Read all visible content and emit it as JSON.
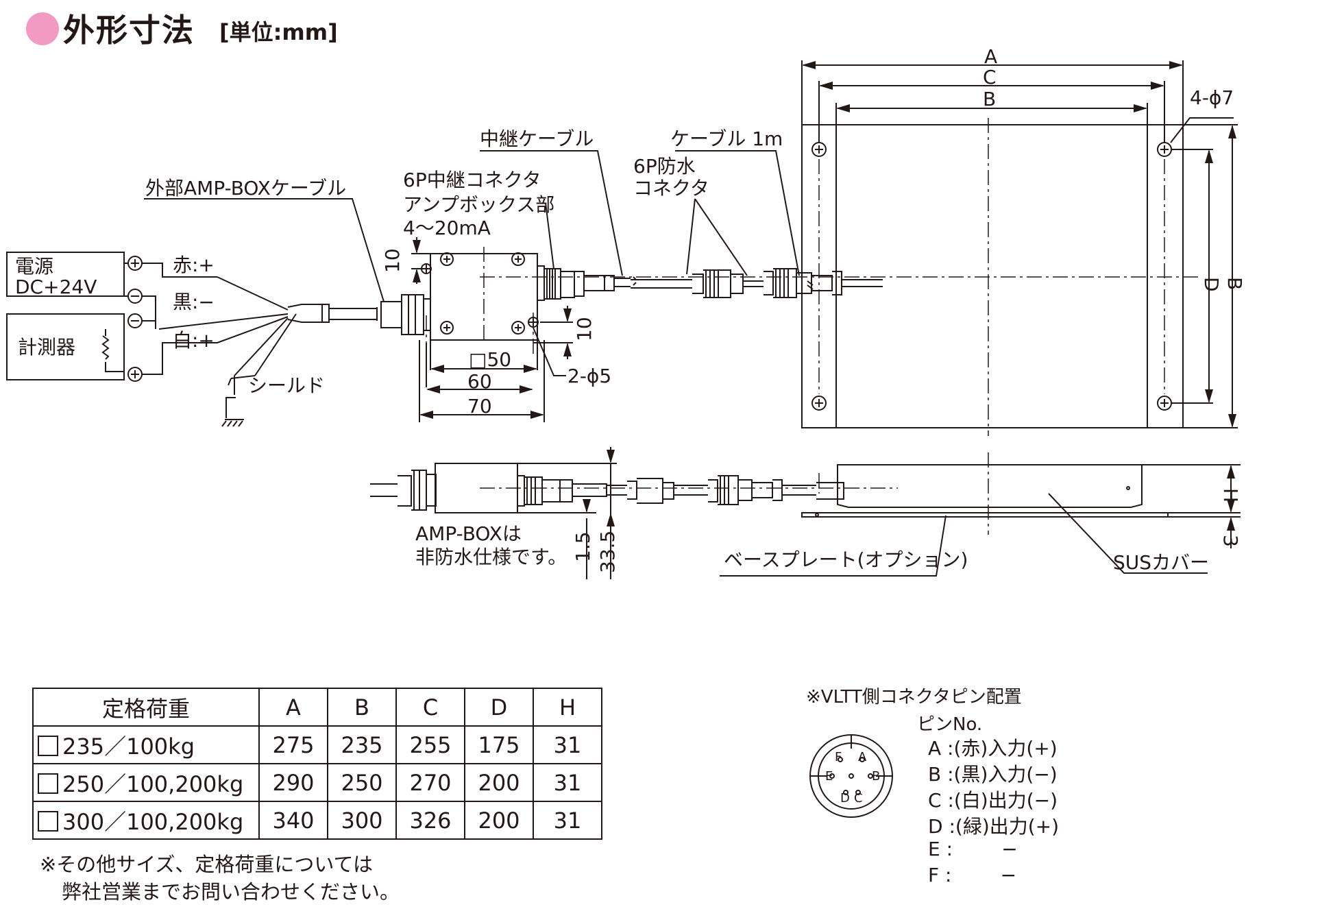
{
  "title": "外形寸法",
  "unit": "[単位:mm]",
  "wiring": {
    "power_label": [
      "電源",
      "DC+24V"
    ],
    "meter_label": "計測器",
    "wire_red": "赤:+",
    "wire_black": "黒:−",
    "wire_white": "白:+",
    "shield": "シールド",
    "plus_symbol": "⊕",
    "minus_symbol": "⊖"
  },
  "callouts": {
    "ext_cable": "外部AMP-BOXケーブル",
    "relay_connector": "6P中継コネクタ",
    "amp_box": "アンプボックス部",
    "signal": "4〜20mA",
    "relay_cable": "中継ケーブル",
    "cable_1m": "ケーブル 1m",
    "waterproof_1": "6P防水",
    "waterproof_2": "コネクタ",
    "holes_4": "4-ϕ7",
    "holes_2": "2-ϕ5",
    "amp_note_1": "AMP-BOXは",
    "amp_note_2": "非防水仕様です。",
    "base_plate": "ベースプレート(オプション)",
    "sus_cover": "SUSカバー"
  },
  "dimensions": {
    "A": "A",
    "B": "B",
    "C": "C",
    "D": "D",
    "H": "H",
    "d10a": "10",
    "d10b": "10",
    "d50": "□50",
    "d60": "60",
    "d70": "70",
    "d1_5": "1.5",
    "d33_5": "33.5",
    "d3": "3"
  },
  "table": {
    "headers": [
      "定格荷重",
      "A",
      "B",
      "C",
      "D",
      "H"
    ],
    "rows": [
      {
        "name": "235／100kg",
        "A": "275",
        "B": "235",
        "C": "255",
        "D": "175",
        "H": "31"
      },
      {
        "name": "250／100,200kg",
        "A": "290",
        "B": "250",
        "C": "270",
        "D": "200",
        "H": "31"
      },
      {
        "name": "300／100,200kg",
        "A": "340",
        "B": "300",
        "C": "326",
        "D": "200",
        "H": "31"
      }
    ]
  },
  "table_note": [
    "※その他サイズ、定格荷重については",
    "弊社営業までお問い合わせください。"
  ],
  "pin_layout": {
    "heading": "※VLTT側コネクタピン配置",
    "pin_no": "ピンNo.",
    "circle_letters": {
      "A": "A",
      "B": "B",
      "C": "C",
      "D": "D",
      "E": "E",
      "F": "F"
    },
    "rows": [
      "A :(赤)入力(+)",
      "B :(黒)入力(−)",
      "C :(白)出力(−)",
      "D :(緑)出力(+)",
      "E :        −",
      "F :        −"
    ]
  },
  "colors": {
    "accent": "#f09ac4",
    "line": "#231815"
  }
}
